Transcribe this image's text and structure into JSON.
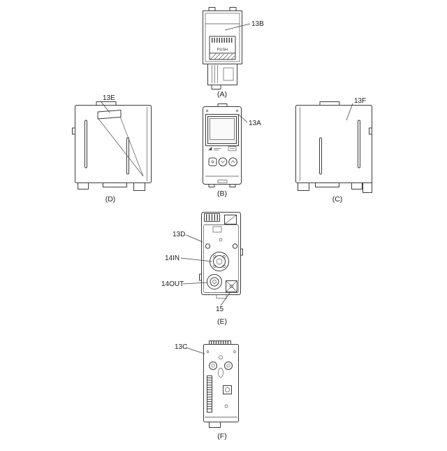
{
  "page": {
    "background": "#ffffff",
    "line_color": "#3b3b3b"
  },
  "views": {
    "a": {
      "caption": "(A)",
      "ref": "13B",
      "push_label": "PUSH"
    },
    "b": {
      "caption": "(B)",
      "ref": "13A"
    },
    "c": {
      "caption": "(C)",
      "ref": "13F"
    },
    "d": {
      "caption": "(D)",
      "ref": "13E"
    },
    "e": {
      "caption": "(E)",
      "ref_housing": "13D",
      "ref_in": "14IN",
      "ref_out": "14OUT",
      "ref_connector": "15"
    },
    "f": {
      "caption": "(F)",
      "ref": "13C"
    }
  }
}
